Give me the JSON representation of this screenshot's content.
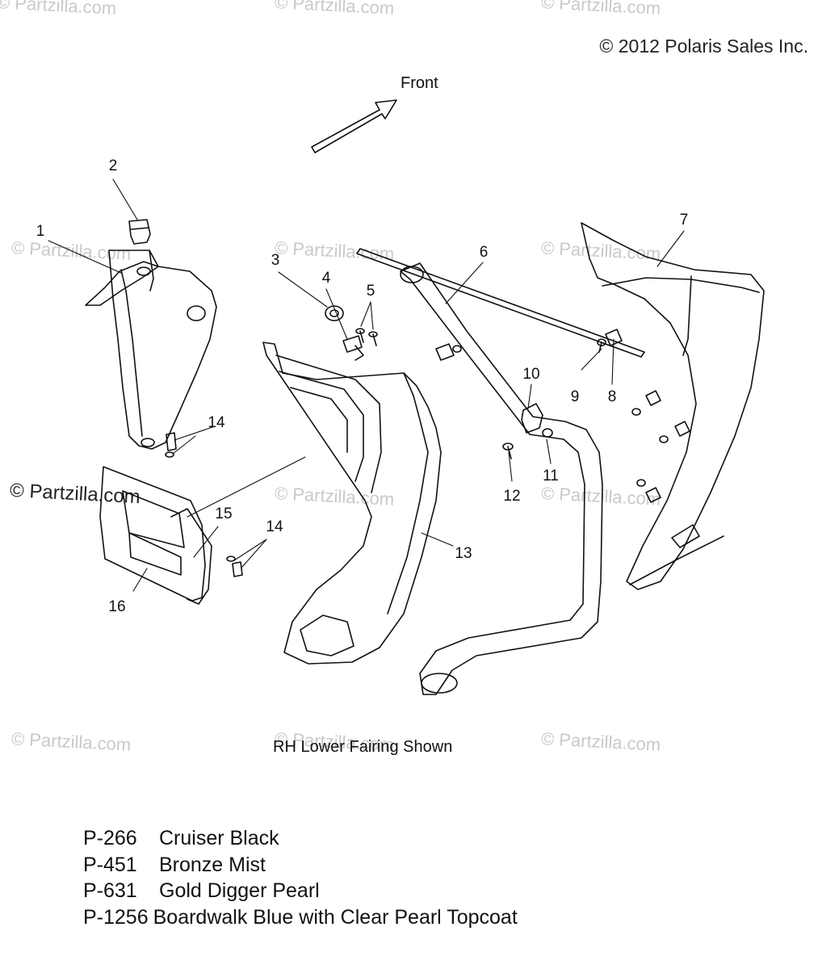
{
  "copyright": "© 2012 Polaris Sales Inc.",
  "front_label": "Front",
  "caption": "RH Lower Fairing Shown",
  "watermark": "© Partzilla.com",
  "callouts": [
    "1",
    "2",
    "3",
    "4",
    "5",
    "6",
    "7",
    "8",
    "9",
    "10",
    "11",
    "12",
    "13",
    "14",
    "14",
    "15",
    "16"
  ],
  "color_codes": [
    {
      "code": "P-266",
      "name": "Cruiser Black"
    },
    {
      "code": "P-451",
      "name": "Bronze Mist"
    },
    {
      "code": "P-631",
      "name": "Gold Digger Pearl"
    },
    {
      "code": "P-1256",
      "name": "Boardwalk Blue with Clear Pearl Topcoat"
    }
  ]
}
